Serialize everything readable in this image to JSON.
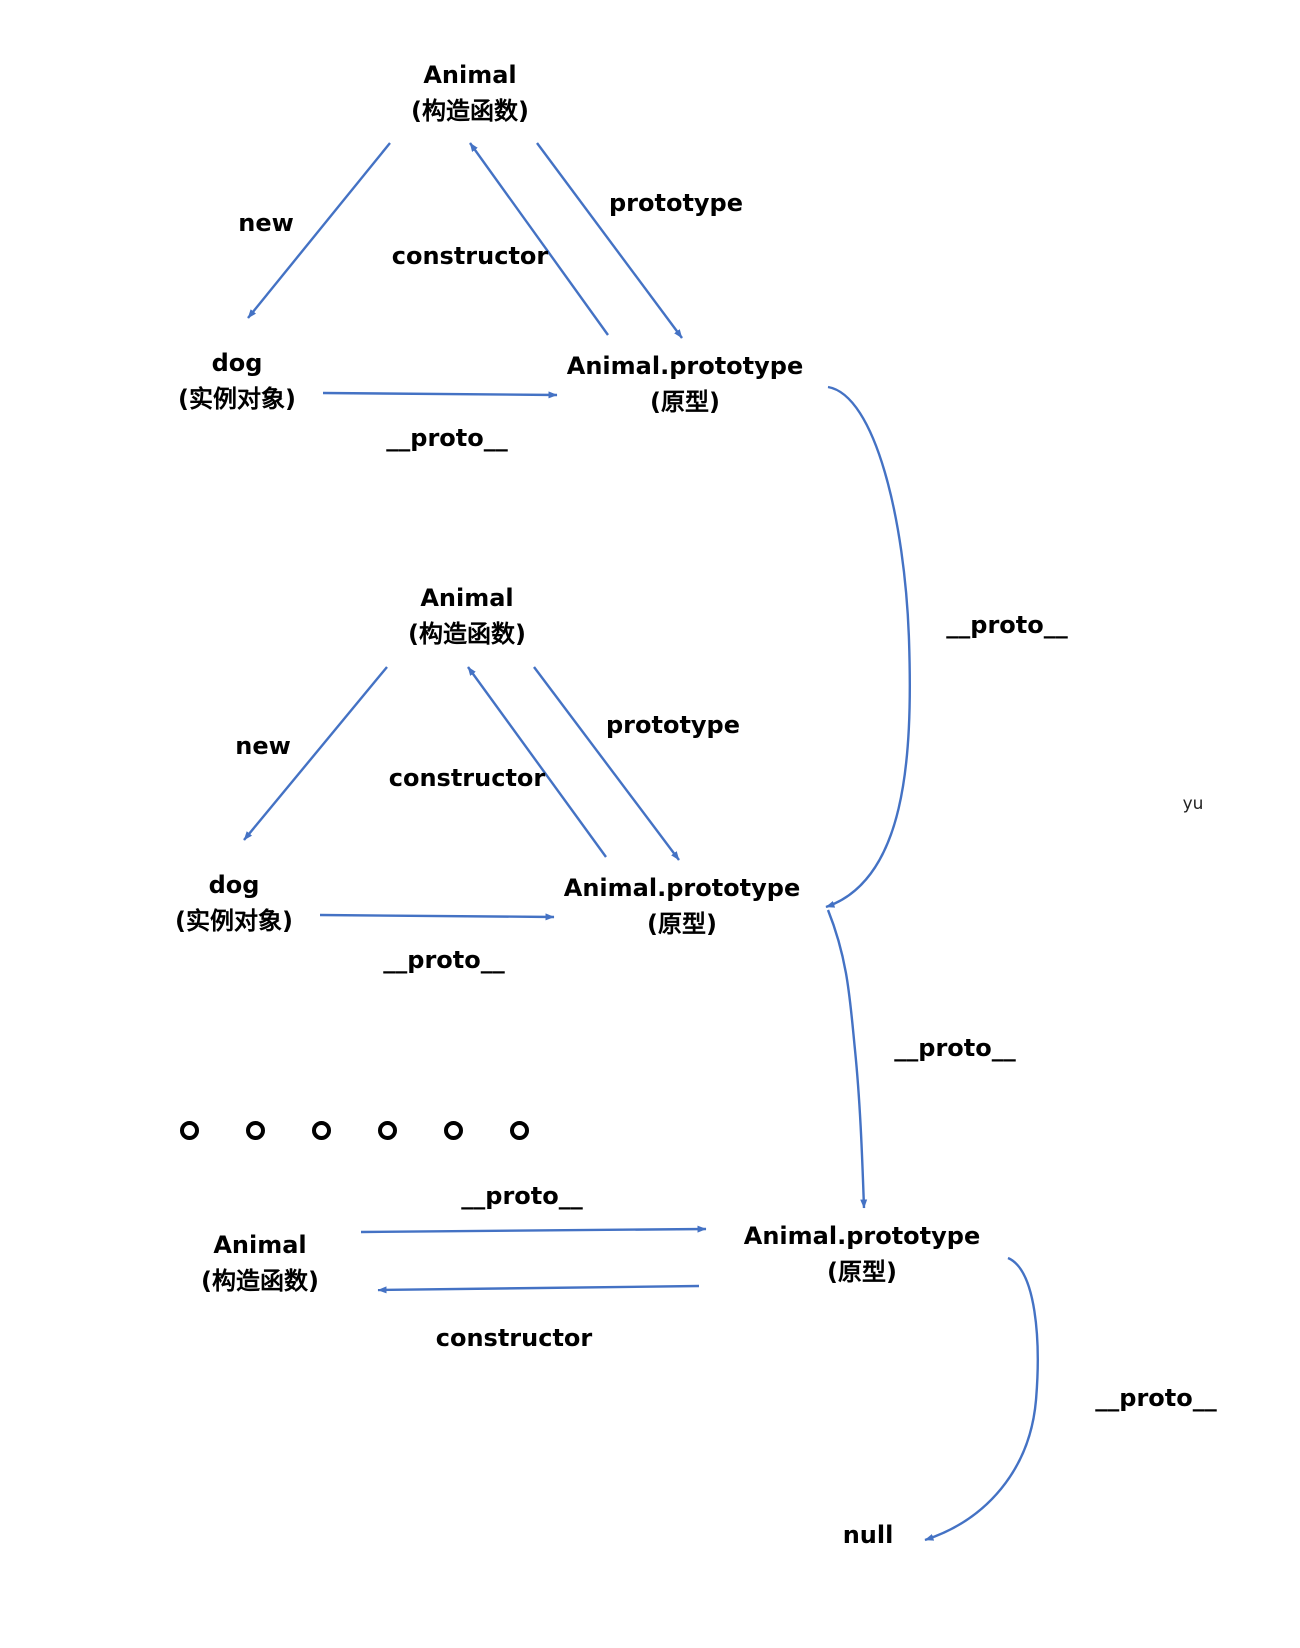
{
  "colors": {
    "arrow": "#4472C4",
    "text": "#000000",
    "background": "#ffffff"
  },
  "nodes": {
    "top_constructor": {
      "name": "Animal",
      "sub": "(构造函数)"
    },
    "top_instance": {
      "name": "dog",
      "sub": "(实例对象)"
    },
    "top_prototype": {
      "name": "Animal.prototype",
      "sub": "(原型)"
    },
    "mid_constructor": {
      "name": "Animal",
      "sub": "(构造函数)"
    },
    "mid_instance": {
      "name": "dog",
      "sub": "(实例对象)"
    },
    "mid_prototype": {
      "name": "Animal.prototype",
      "sub": "(原型)"
    },
    "bottom_constructor": {
      "name": "Animal",
      "sub": "(构造函数)"
    },
    "bottom_prototype": {
      "name": "Animal.prototype",
      "sub": "(原型)"
    },
    "null_node": {
      "name": "null"
    }
  },
  "edges": {
    "top_new": "new",
    "top_constructor": "constructor",
    "top_prototype": "prototype",
    "top_proto": "__proto__",
    "mid_new": "new",
    "mid_constructor": "constructor",
    "mid_prototype": "prototype",
    "mid_proto": "__proto__",
    "chain_proto_1": "__proto__",
    "chain_proto_2": "__proto__",
    "bottom_proto": "__proto__",
    "bottom_constructor": "constructor",
    "chain_proto_3": "__proto__"
  },
  "watermark": "yu",
  "ellipsis_dots": 6
}
